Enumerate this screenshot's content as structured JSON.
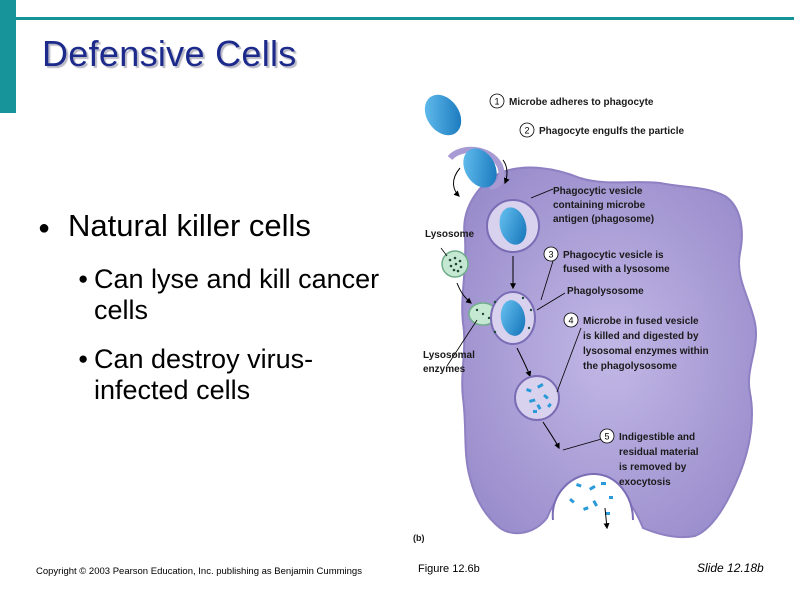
{
  "slide": {
    "title": "Defensive Cells",
    "bullets": {
      "main": "Natural killer cells",
      "sub": [
        "Can lyse and kill cancer cells",
        "Can destroy virus-infected cells"
      ]
    },
    "copyright": "Copyright © 2003 Pearson Education, Inc. publishing as Benjamin Cummings",
    "figure_ref": "Figure 12.6b",
    "slide_number": "Slide 12.18b"
  },
  "diagram": {
    "panel_label": "(b)",
    "steps": [
      {
        "num": "1",
        "text": "Microbe adheres to phagocyte"
      },
      {
        "num": "2",
        "text": "Phagocyte engulfs the particle"
      },
      {
        "num": "3",
        "line1": "Phagocytic vesicle is",
        "line2": "fused with a lysosome"
      },
      {
        "num": "4",
        "line1": "Microbe in fused vesicle",
        "line2": "is killed and digested by",
        "line3": "lysosomal enzymes within",
        "line4": "the phagolysosome"
      },
      {
        "num": "5",
        "line1": "Indigestible and",
        "line2": "residual material",
        "line3": "is removed by",
        "line4": "exocytosis"
      }
    ],
    "labels": {
      "phagocytic_vesicle": [
        "Phagocytic vesicle",
        "containing microbe",
        "antigen (phagosome)"
      ],
      "lysosome": "Lysosome",
      "phagolysosome": "Phagolysosome",
      "lysosomal_enzymes": [
        "Lysosomal",
        "enzymes"
      ]
    },
    "colors": {
      "cell": "#a89bd3",
      "cell_dark": "#8e80c2",
      "microbe": "#1b8fd6",
      "accent": "#17949a",
      "title": "#1c2a8c"
    }
  }
}
